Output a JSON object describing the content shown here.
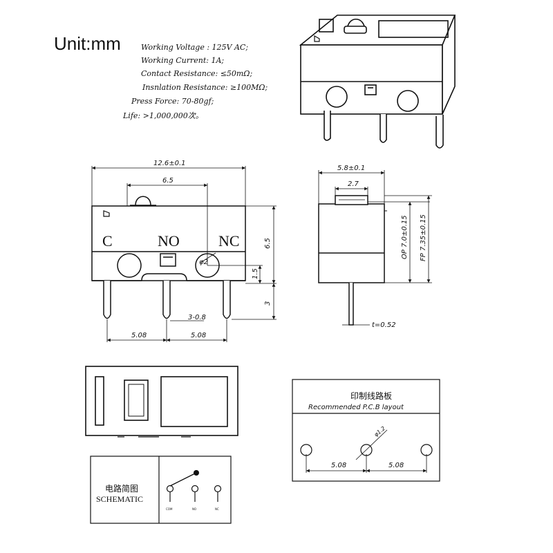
{
  "unit_label": "Unit:mm",
  "specs": [
    "Working Voltage : 125V AC;",
    "Working Current:   1A;",
    "Contact Resistance: ≤50mΩ;",
    "Insnlation Resistance: ≥100MΩ;",
    "Press Force: 70-80gf;",
    "Life: >1,000,000次。"
  ],
  "front_view": {
    "terminal_labels": [
      "C",
      "NO",
      "NC"
    ],
    "dim_width": "12.6±0.1",
    "dim_pin_spacing": "6.5",
    "dim_height": "6.5",
    "dim_hole_height": "1.5",
    "dim_pin_length": "3",
    "dim_hole_dia": "φ2",
    "dim_pin_width": "3-0.8",
    "dim_pitch_left": "5.08",
    "dim_pitch_right": "5.08"
  },
  "side_view": {
    "dim_width": "5.8±0.1",
    "dim_plunger": "2.7",
    "dim_op": "OP 7.0±0.15",
    "dim_fp": "FP 7.35±0.15",
    "dim_thickness": "t=0.52"
  },
  "pcb_layout": {
    "title_cn": "印制线路板",
    "title_en": "Recommended P.C.B layout",
    "hole_label": "φ1.2",
    "pitch_left": "5.08",
    "pitch_right": "5.08"
  },
  "schematic": {
    "title_cn": "电路简图",
    "title_en": "SCHEMATIC",
    "pin_labels": [
      "COM",
      "NO",
      "NC"
    ]
  }
}
